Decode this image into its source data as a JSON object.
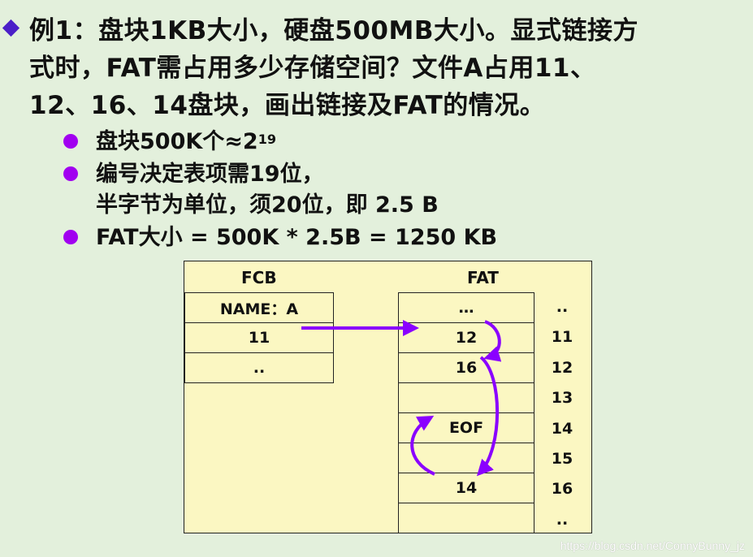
{
  "question": {
    "line1": "例1：盘块1KB大小，硬盘500MB大小。显式链接方",
    "line2": "式时，FAT需占用多少存储空间？文件A占用11、",
    "line3": "12、16、14盘块，画出链接及FAT的情况。"
  },
  "bullets": {
    "b1_text": "盘块500K个≈2",
    "b1_sup": "19",
    "b2_line1": "编号决定表项需19位，",
    "b2_line2": "半字节为单位，须20位，即 2.5 B",
    "b3_text": "FAT大小 = 500K * 2.5B = 1250 KB"
  },
  "diagram": {
    "fcb_header": "FCB",
    "fat_header": "FAT",
    "fcb_rows": [
      "NAME：A",
      "11",
      ".."
    ],
    "fat_values": [
      "…",
      "12",
      "16",
      "",
      "EOF",
      "",
      "14",
      ""
    ],
    "fat_indices": [
      "..",
      "11",
      "12",
      "13",
      "14",
      "15",
      "16",
      ".."
    ],
    "arrow_color": "#8a00ff"
  },
  "watermark": "https://blog.csdn.net/ConnyBunny_jz"
}
